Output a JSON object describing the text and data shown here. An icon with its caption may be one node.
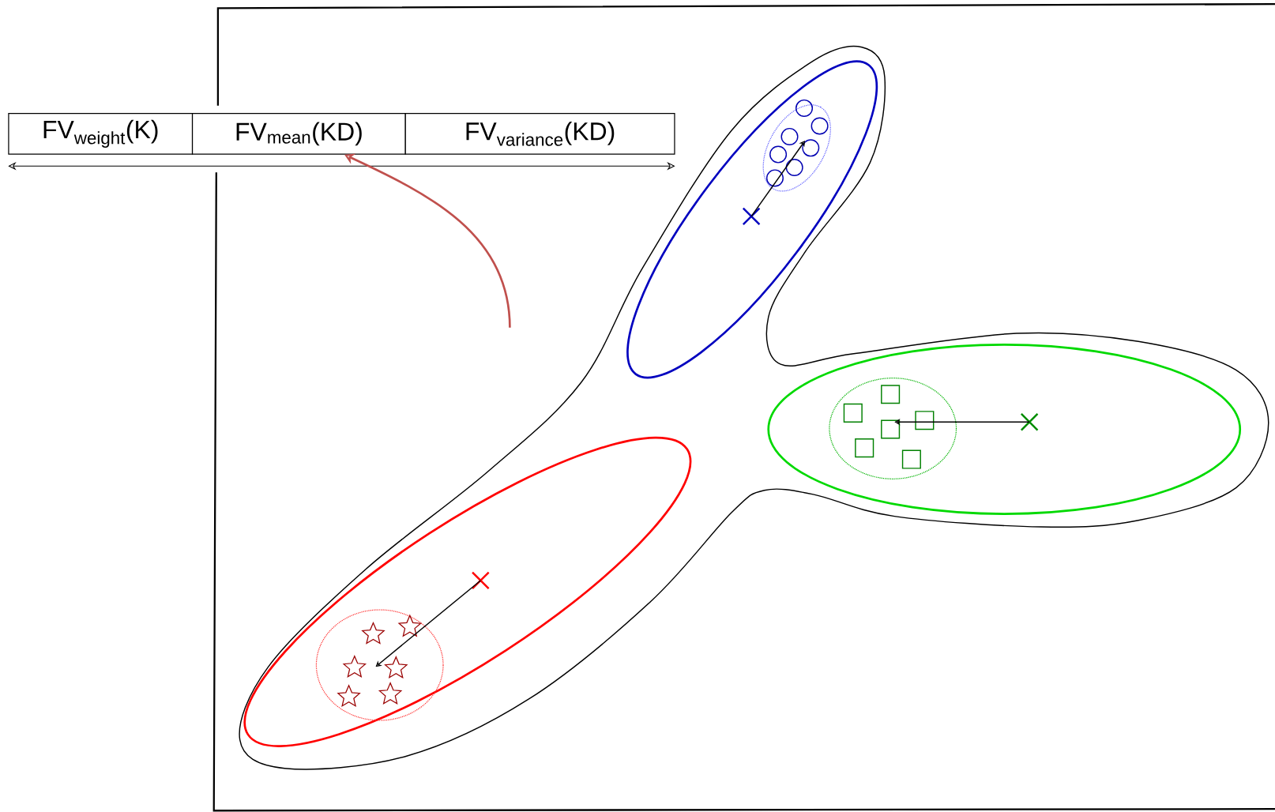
{
  "diagram": {
    "nodes": [
      {
        "text": [
          "FV$_{weight}$(K)"
        ]
      },
      {
        "text": [
          "FV$_{mean}$(KD)"
        ]
      },
      {
        "text": [
          "FV$_{variance}$(KD)"
        ]
      }
    ],
    "edges": [
      {
        "from": 0,
        "to": 2,
        "arrow": "both"
      },
      {
        "from": null,
        "to": 1,
        "arrow": "to",
        "color": "#c0504d"
      }
    ]
  }
}
